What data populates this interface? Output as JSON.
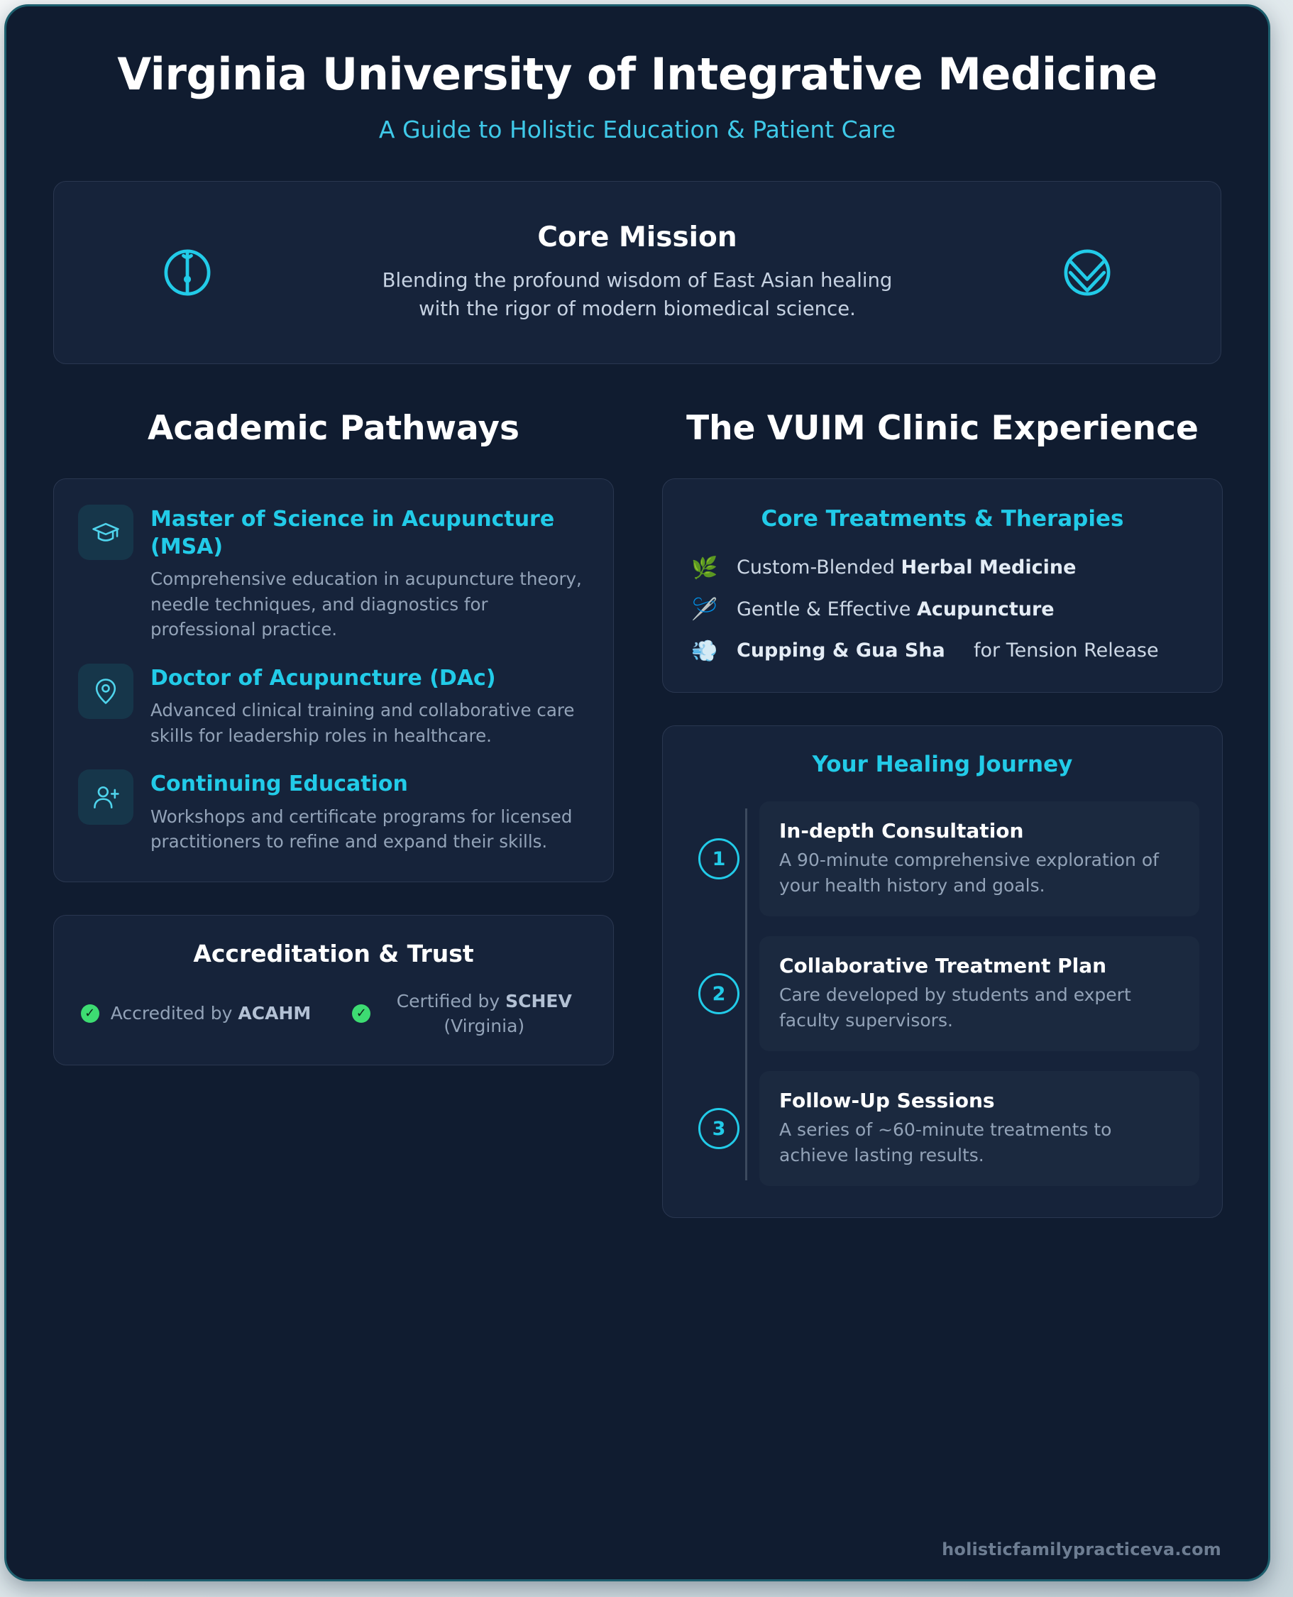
{
  "header": {
    "title": "Virginia University of Integrative Medicine",
    "subtitle": "A Guide to Holistic Education & Patient Care"
  },
  "mission": {
    "title": "Core Mission",
    "line1": "Blending the profound wisdom of East Asian healing",
    "line2": "with the rigor of modern biomedical science.",
    "left_icon": "acupuncture-needle-circle-icon",
    "right_icon": "ginkgo-leaf-circle-icon"
  },
  "left_column": {
    "section_title": "Academic Pathways",
    "programs": [
      {
        "icon": "graduation-cap-icon",
        "title": "Master of Science in Acupuncture (MSA)",
        "desc": "Comprehensive education in acupuncture theory, needle techniques, and diagnostics for professional practice."
      },
      {
        "icon": "map-pin-icon",
        "title": "Doctor of Acupuncture (DAc)",
        "desc": "Advanced clinical training and collaborative care skills for leadership roles in healthcare."
      },
      {
        "icon": "user-plus-icon",
        "title": "Continuing Education",
        "desc": "Workshops and certificate programs for licensed practitioners to refine and expand their skills."
      }
    ],
    "accreditation": {
      "title": "Accreditation & Trust",
      "items": [
        {
          "icon": "check-circle-icon",
          "prefix": "Accredited by ",
          "strong": "ACAHM",
          "suffix": ""
        },
        {
          "icon": "check-circle-icon",
          "prefix": "Certified by ",
          "strong": "SCHEV",
          "suffix": " (Virginia)"
        }
      ]
    }
  },
  "right_column": {
    "section_title": "The VUIM Clinic Experience",
    "treatments": {
      "title": "Core Treatments & Therapies",
      "items": [
        {
          "emoji": "herb-emoji",
          "glyph": "🌿",
          "normal": "Custom-Blended ",
          "strong": "Herbal Medicine",
          "tail": "",
          "split": false
        },
        {
          "emoji": "sewing-needle-emoji",
          "glyph": "🪡",
          "normal": "Gentle & Effective ",
          "strong": "Acupuncture",
          "tail": "",
          "split": false
        },
        {
          "emoji": "dash-wind-emoji",
          "glyph": "💨",
          "normal": "",
          "strong": "Cupping & Gua Sha",
          "tail": "for Tension Release",
          "split": true
        }
      ]
    },
    "journey": {
      "title": "Your Healing Journey",
      "steps": [
        {
          "num": "1",
          "title": "In-depth Consultation",
          "desc": "A 90-minute comprehensive exploration of your health history and goals."
        },
        {
          "num": "2",
          "title": "Collaborative Treatment Plan",
          "desc": "Care developed by students and expert faculty supervisors."
        },
        {
          "num": "3",
          "title": "Follow-Up Sessions",
          "desc": "A series of ~60-minute treatments to achieve lasting results."
        }
      ]
    }
  },
  "footer": {
    "url": "holisticfamilypracticeva.com"
  },
  "colors": {
    "background": "#101c30",
    "card": "#16233a",
    "accent_cyan": "#22cbe8",
    "subtitle_cyan": "#3fc9e8",
    "body_text": "#93a3b8",
    "check_green": "#3ddc72",
    "border_teal": "#1d5f6e"
  }
}
